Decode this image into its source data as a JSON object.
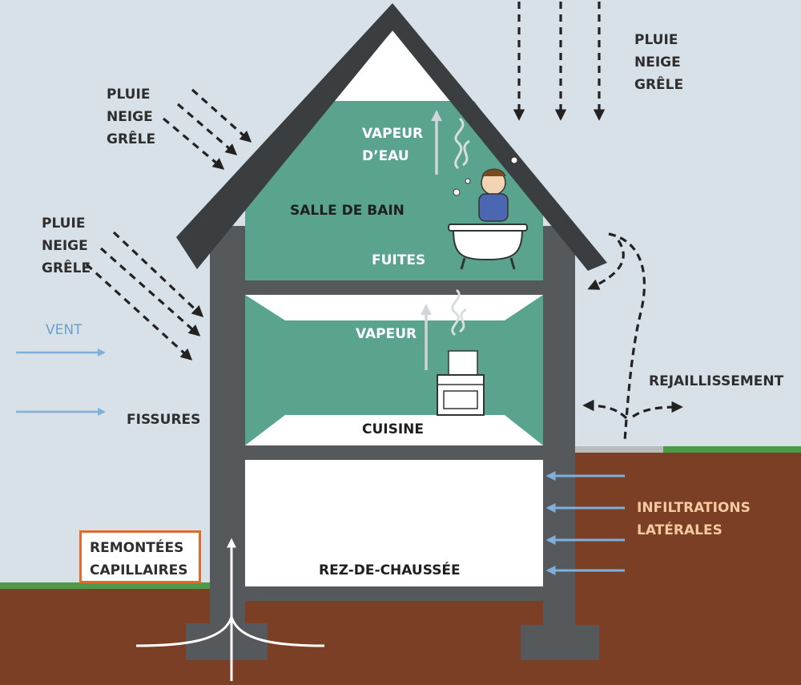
{
  "labels": {
    "precip_top_right": [
      "PLUIE",
      "NEIGE",
      "GRÊLE"
    ],
    "precip_top_left": [
      "PLUIE",
      "NEIGE",
      "GRÊLE"
    ],
    "precip_mid_left": [
      "PLUIE",
      "NEIGE",
      "GRÊLE"
    ],
    "vent": "VENT",
    "fissures": "FISSURES",
    "vapeur_eau": [
      "VAPEUR",
      "D’EAU"
    ],
    "salle_de_bain": "SALLE DE BAIN",
    "fuites": "FUITES",
    "vapeur": "VAPEUR",
    "cuisine": "CUISINE",
    "rejaillissement": "REJAILLISSEMENT",
    "infiltrations": [
      "INFILTRATIONS",
      "LATÉRALES"
    ],
    "remontees": [
      "REMONTÉES",
      "CAPILLAIRES"
    ],
    "rez_de_chaussee": "REZ-DE-CHAUSSÉE"
  },
  "colors": {
    "sky": "#d9e1e8",
    "soil": "#7a3f24",
    "grass": "#4f9a48",
    "wall": "#56595c",
    "roof": "#3b3e41",
    "room_teal": "#5aa48f",
    "arrow_blue": "#7fb0da",
    "callout_orange": "#e36a2a"
  },
  "icons": {
    "bather": "person-in-bathtub-icon",
    "stove": "cooking-stove-icon"
  }
}
